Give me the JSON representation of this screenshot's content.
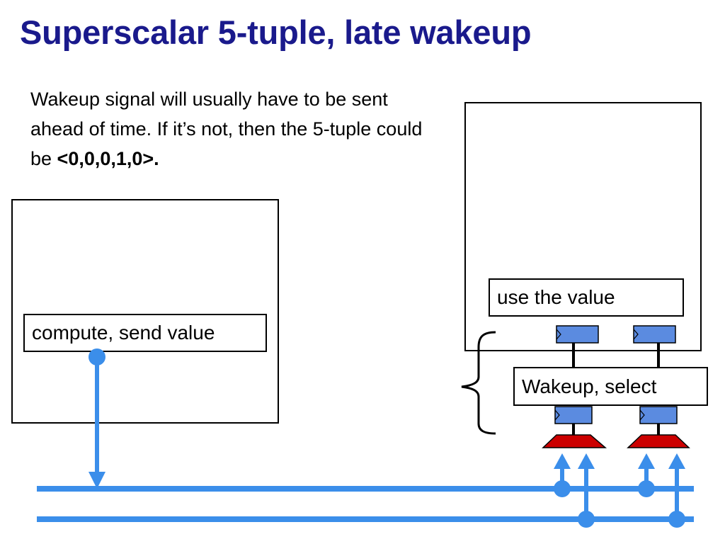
{
  "slide": {
    "title": "Superscalar 5-tuple, late wakeup",
    "description_prefix": "Wakeup signal will usually have to be sent ahead of time. If it’s not, then the 5-tuple could be ",
    "description_tuple": "<0,0,0,1,0>."
  },
  "diagram": {
    "producer_label": "compute, send value",
    "consumer_label": "use the value",
    "wakeup_label": "Wakeup, select"
  },
  "colors": {
    "title": "#1a1a8c",
    "bus": "#3b8eea",
    "latch_fill": "#5b8be0",
    "select_fill": "#cc0000"
  }
}
